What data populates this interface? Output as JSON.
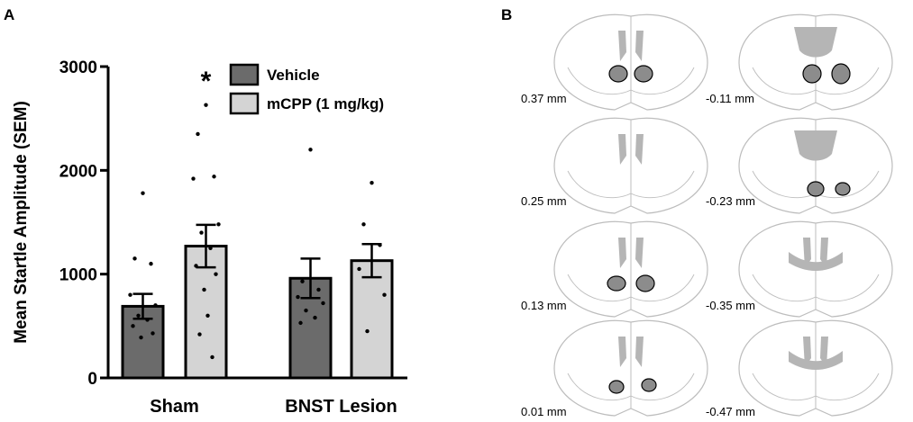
{
  "panels": {
    "a_letter": "A",
    "b_letter": "B"
  },
  "chart_data": {
    "type": "bar",
    "ylabel": "Mean  Startle Amplitude  (SEM)",
    "ylim": [
      0,
      3000
    ],
    "yticks": [
      0,
      1000,
      2000,
      3000
    ],
    "categories": [
      "Sham",
      "BNST Lesion"
    ],
    "series": [
      {
        "name": "Vehicle",
        "color": "#6b6b6b",
        "values": [
          690,
          960
        ],
        "sem": [
          120,
          190
        ],
        "points": [
          [
            1780,
            1150,
            1100,
            800,
            700,
            600,
            560,
            500,
            430,
            390
          ],
          [
            2200,
            930,
            850,
            780,
            720,
            650,
            580,
            530
          ]
        ]
      },
      {
        "name": "mCPP (1 mg/kg)",
        "color": "#d4d4d4",
        "values": [
          1270,
          1130
        ],
        "sem": [
          205,
          160
        ],
        "points": [
          [
            2630,
            2350,
            1940,
            1920,
            1480,
            1400,
            1250,
            1080,
            1000,
            850,
            600,
            420,
            200
          ],
          [
            1880,
            1480,
            1280,
            1050,
            800,
            450
          ]
        ]
      }
    ],
    "legend": {
      "placement": "top-right"
    },
    "annotations": [
      {
        "text": "*",
        "category": "Sham",
        "series": "mCPP (1 mg/kg)"
      }
    ]
  },
  "panel_b": {
    "slices": [
      {
        "label": "0.37 mm"
      },
      {
        "label": "0.25 mm"
      },
      {
        "label": "0.13 mm"
      },
      {
        "label": "0.01 mm"
      },
      {
        "label": "-0.11 mm"
      },
      {
        "label": "-0.23 mm"
      },
      {
        "label": "-0.35 mm"
      },
      {
        "label": "-0.47 mm"
      }
    ],
    "ventricle_color": "#b5b5b5",
    "lesion_color": "#8c8c8c",
    "outline_color": "#bdbdbd"
  }
}
